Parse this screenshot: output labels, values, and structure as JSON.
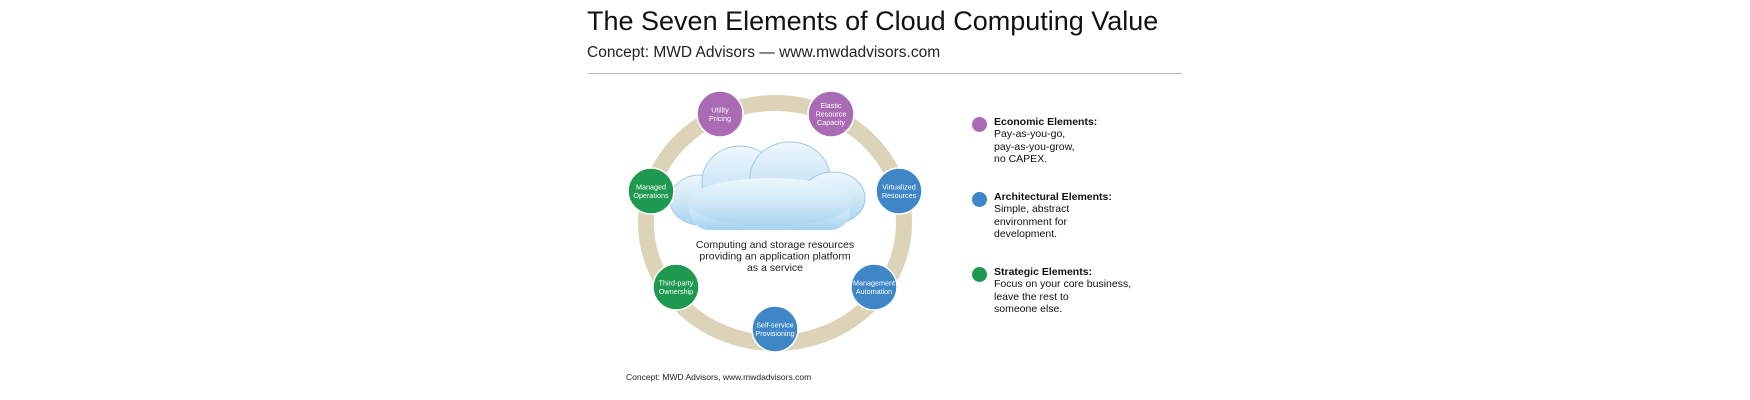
{
  "title": "The Seven Elements of Cloud Computing Value",
  "subtitle": "Concept: MWD Advisors — www.mwdadvisors.com",
  "center_text": [
    "Computing and storage resources",
    "providing an application platform",
    "as a service"
  ],
  "nodes": [
    {
      "lines": [
        "Utility",
        "Pricing"
      ],
      "category": "economic"
    },
    {
      "lines": [
        "Elastic",
        "Resource",
        "Capacity"
      ],
      "category": "economic"
    },
    {
      "lines": [
        "Virtualized",
        "Resources"
      ],
      "category": "architectural"
    },
    {
      "lines": [
        "Management",
        "Automation"
      ],
      "category": "architectural"
    },
    {
      "lines": [
        "Self-service",
        "Provisioning"
      ],
      "category": "architectural"
    },
    {
      "lines": [
        "Third-party",
        "Ownership"
      ],
      "category": "strategic"
    },
    {
      "lines": [
        "Managed",
        "Operations"
      ],
      "category": "strategic"
    }
  ],
  "colors": {
    "economic": "#a86bb4",
    "architectural": "#3f86c6",
    "strategic": "#1f9850",
    "ring": "#ddd3b8",
    "cloud": "#bfe0f4"
  },
  "legend": [
    {
      "category": "economic",
      "heading": "Economic Elements:",
      "lines": [
        "Pay-as-you-go,",
        "pay-as-you-grow,",
        "no CAPEX."
      ]
    },
    {
      "category": "architectural",
      "heading": "Architectural Elements:",
      "lines": [
        "Simple, abstract",
        "environment for",
        "development."
      ]
    },
    {
      "category": "strategic",
      "heading": "Strategic Elements:",
      "lines": [
        "Focus on your core business,",
        "leave the rest to",
        "someone else."
      ]
    }
  ],
  "footer": "Concept: MWD Advisors, www.mwdadvisors.com"
}
